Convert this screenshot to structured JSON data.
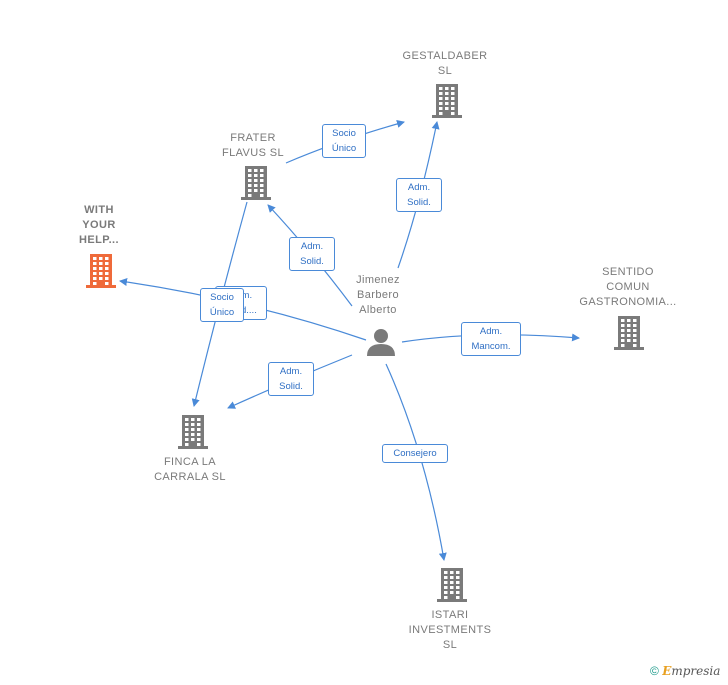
{
  "colors": {
    "edge": "#4a8ad8",
    "building": "#7a7a7a",
    "building_focus": "#ef6a3a",
    "person": "#7a7a7a",
    "label": "#7a7a7a"
  },
  "person": {
    "name_lines": [
      "Jimenez",
      "Barbero",
      "Alberto"
    ],
    "icon": "person-icon"
  },
  "companies": [
    {
      "id": "gestaldaber",
      "lines": [
        "GESTALDABER",
        "SL"
      ],
      "focus": false,
      "icon": "building-icon"
    },
    {
      "id": "frater",
      "lines": [
        "FRATER",
        "FLAVUS  SL"
      ],
      "focus": false,
      "icon": "building-icon"
    },
    {
      "id": "with-your-help",
      "lines": [
        "WITH",
        "YOUR",
        "HELP..."
      ],
      "focus": true,
      "icon": "building-icon"
    },
    {
      "id": "sentido",
      "lines": [
        "SENTIDO",
        "COMUN",
        "GASTRONOMIA..."
      ],
      "focus": false,
      "icon": "building-icon"
    },
    {
      "id": "finca",
      "lines": [
        "FINCA LA",
        "CARRALA  SL"
      ],
      "focus": false,
      "icon": "building-icon"
    },
    {
      "id": "istari",
      "lines": [
        "ISTARI",
        "INVESTMENTS",
        "SL"
      ],
      "focus": false,
      "icon": "building-icon"
    }
  ],
  "relations": [
    {
      "id": "person-gestaldaber",
      "lines": [
        "Adm.",
        "Solid."
      ]
    },
    {
      "id": "frater-gestaldaber",
      "lines": [
        "Socio",
        "Único"
      ]
    },
    {
      "id": "person-frater",
      "lines": [
        "Adm.",
        "Solid."
      ]
    },
    {
      "id": "person-withyourhelp",
      "lines": [
        "Adm.",
        "Solid...."
      ]
    },
    {
      "id": "frater-finca",
      "lines": [
        "Socio",
        "Único"
      ]
    },
    {
      "id": "person-sentido",
      "lines": [
        "Adm.",
        "Mancom."
      ]
    },
    {
      "id": "person-finca",
      "lines": [
        "Adm.",
        "Solid."
      ]
    },
    {
      "id": "person-istari",
      "lines": [
        "Consejero"
      ]
    }
  ],
  "footer": {
    "copyright": "©",
    "brand_initial": "E",
    "brand_rest": "mpresia"
  }
}
